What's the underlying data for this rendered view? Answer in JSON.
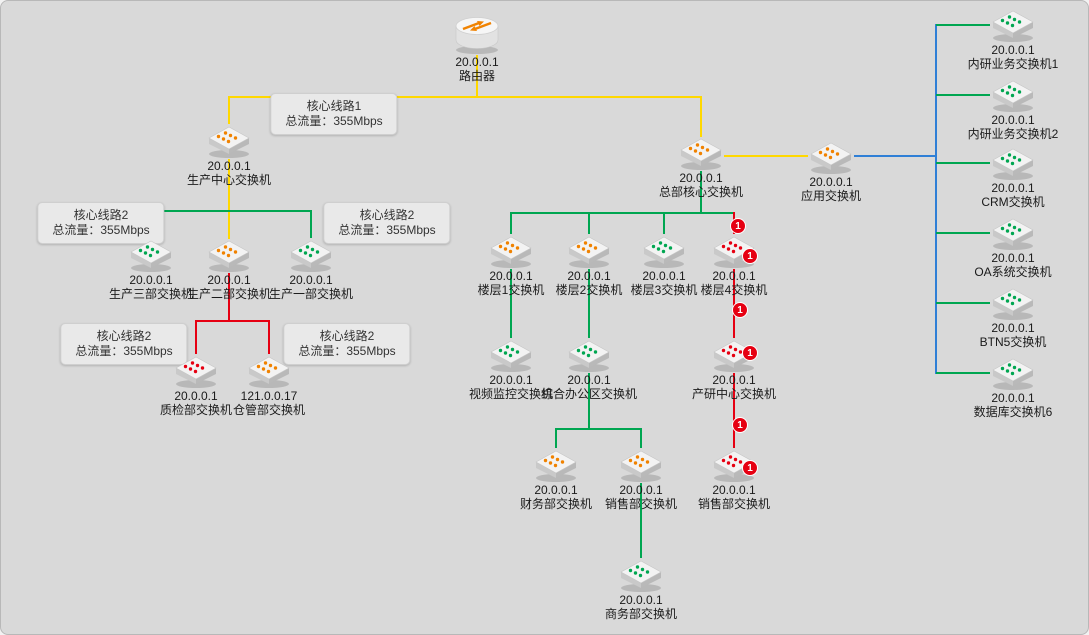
{
  "canvas": {
    "background": "#d9d9d9"
  },
  "colors": {
    "line_yellow": "#ffd800",
    "line_green": "#00a651",
    "line_red": "#e60012",
    "line_blue": "#2f7fd6",
    "status_orange": "#f08200",
    "status_green": "#00a651",
    "status_red": "#e60012",
    "badge_bg": "#e60012",
    "label_bg": "#e9e9e9"
  },
  "nodes": [
    {
      "ip": "20.0.0.1",
      "name": "路由器",
      "type": "router",
      "status": "orange"
    },
    {
      "ip": "20.0.0.1",
      "name": "生产中心交换机",
      "type": "switch",
      "status": "orange"
    },
    {
      "ip": "20.0.0.1",
      "name": "总部核心交换机",
      "type": "switch",
      "status": "orange"
    },
    {
      "ip": "20.0.0.1",
      "name": "应用交换机",
      "type": "switch",
      "status": "orange"
    },
    {
      "ip": "20.0.0.1",
      "name": "生产三部交换机",
      "type": "switch",
      "status": "green"
    },
    {
      "ip": "20.0.0.1",
      "name": "生产二部交换机",
      "type": "switch",
      "status": "orange"
    },
    {
      "ip": "20.0.0.1",
      "name": "生产一部交换机",
      "type": "switch",
      "status": "green"
    },
    {
      "ip": "20.0.0.1",
      "name": "质检部交换机",
      "type": "switch",
      "status": "red"
    },
    {
      "ip": "121.0.0.17",
      "name": "仓管部交换机",
      "type": "switch",
      "status": "orange"
    },
    {
      "ip": "20.0.0.1",
      "name": "楼层1交换机",
      "type": "switch",
      "status": "orange"
    },
    {
      "ip": "20.0.0.1",
      "name": "楼层2交换机",
      "type": "switch",
      "status": "orange"
    },
    {
      "ip": "20.0.0.1",
      "name": "楼层3交换机",
      "type": "switch",
      "status": "green"
    },
    {
      "ip": "20.0.0.1",
      "name": "楼层4交换机",
      "type": "switch",
      "status": "red"
    },
    {
      "ip": "20.0.0.1",
      "name": "视频监控交换机",
      "type": "switch",
      "status": "green"
    },
    {
      "ip": "20.0.0.1",
      "name": "综合办公区交换机",
      "type": "switch",
      "status": "green"
    },
    {
      "ip": "20.0.0.1",
      "name": "产研中心交换机",
      "type": "switch",
      "status": "red"
    },
    {
      "ip": "20.0.0.1",
      "name": "财务部交换机",
      "type": "switch",
      "status": "orange"
    },
    {
      "ip": "20.0.0.1",
      "name": "销售部交换机",
      "type": "switch",
      "status": "orange"
    },
    {
      "ip": "20.0.0.1",
      "name": "销售部交换机",
      "type": "switch",
      "status": "red"
    },
    {
      "ip": "20.0.0.1",
      "name": "商务部交换机",
      "type": "switch",
      "status": "green"
    },
    {
      "ip": "20.0.0.1",
      "name": "内研业务交换机1",
      "type": "switch",
      "status": "green"
    },
    {
      "ip": "20.0.0.1",
      "name": "内研业务交换机2",
      "type": "switch",
      "status": "green"
    },
    {
      "ip": "20.0.0.1",
      "name": "CRM交换机",
      "type": "switch",
      "status": "green"
    },
    {
      "ip": "20.0.0.1",
      "name": "OA系统交换机",
      "type": "switch",
      "status": "green"
    },
    {
      "ip": "20.0.0.1",
      "name": "BTN5交换机",
      "type": "switch",
      "status": "green"
    },
    {
      "ip": "20.0.0.1",
      "name": "数据库交换机6",
      "type": "switch",
      "status": "green"
    }
  ],
  "edge_labels": [
    {
      "title": "核心线路1",
      "traffic": "总流量：355Mbps"
    },
    {
      "title": "核心线路2",
      "traffic": "总流量：355Mbps"
    },
    {
      "title": "核心线路2",
      "traffic": "总流量：355Mbps"
    },
    {
      "title": "核心线路2",
      "traffic": "总流量：355Mbps"
    },
    {
      "title": "核心线路2",
      "traffic": "总流量：355Mbps"
    }
  ],
  "badges": [
    {
      "value": "1"
    },
    {
      "value": "1"
    },
    {
      "value": "1"
    },
    {
      "value": "1"
    },
    {
      "value": "1"
    },
    {
      "value": "1"
    }
  ],
  "edges": [
    {
      "from": "路由器",
      "to": "生产中心交换机",
      "color": "yellow"
    },
    {
      "from": "路由器",
      "to": "总部核心交换机",
      "color": "yellow"
    },
    {
      "from": "总部核心交换机",
      "to": "应用交换机",
      "color": "yellow"
    },
    {
      "from": "应用交换机",
      "to": "内研业务交换机1",
      "color": "blue"
    },
    {
      "from": "应用交换机",
      "to": "内研业务交换机2",
      "color": "blue"
    },
    {
      "from": "应用交换机",
      "to": "CRM交换机",
      "color": "blue"
    },
    {
      "from": "应用交换机",
      "to": "OA系统交换机",
      "color": "blue"
    },
    {
      "from": "应用交换机",
      "to": "BTN5交换机",
      "color": "blue"
    },
    {
      "from": "应用交换机",
      "to": "数据库交换机6",
      "color": "blue"
    },
    {
      "from": "生产中心交换机",
      "to": "生产三部交换机",
      "color": "green"
    },
    {
      "from": "生产中心交换机",
      "to": "生产二部交换机",
      "color": "yellow"
    },
    {
      "from": "生产中心交换机",
      "to": "生产一部交换机",
      "color": "green"
    },
    {
      "from": "生产二部交换机",
      "to": "质检部交换机",
      "color": "red"
    },
    {
      "from": "生产二部交换机",
      "to": "仓管部交换机",
      "color": "red"
    },
    {
      "from": "总部核心交换机",
      "to": "楼层1交换机",
      "color": "green"
    },
    {
      "from": "总部核心交换机",
      "to": "楼层2交换机",
      "color": "green"
    },
    {
      "from": "总部核心交换机",
      "to": "楼层3交换机",
      "color": "green"
    },
    {
      "from": "总部核心交换机",
      "to": "楼层4交换机",
      "color": "red"
    },
    {
      "from": "楼层1交换机",
      "to": "视频监控交换机",
      "color": "green"
    },
    {
      "from": "楼层2交换机",
      "to": "综合办公区交换机",
      "color": "green"
    },
    {
      "from": "楼层4交换机",
      "to": "产研中心交换机",
      "color": "red"
    },
    {
      "from": "综合办公区交换机",
      "to": "财务部交换机",
      "color": "green"
    },
    {
      "from": "综合办公区交换机",
      "to": "销售部交换机",
      "color": "green"
    },
    {
      "from": "产研中心交换机",
      "to": "销售部交换机",
      "color": "red"
    },
    {
      "from": "销售部交换机",
      "to": "商务部交换机",
      "color": "green"
    }
  ]
}
